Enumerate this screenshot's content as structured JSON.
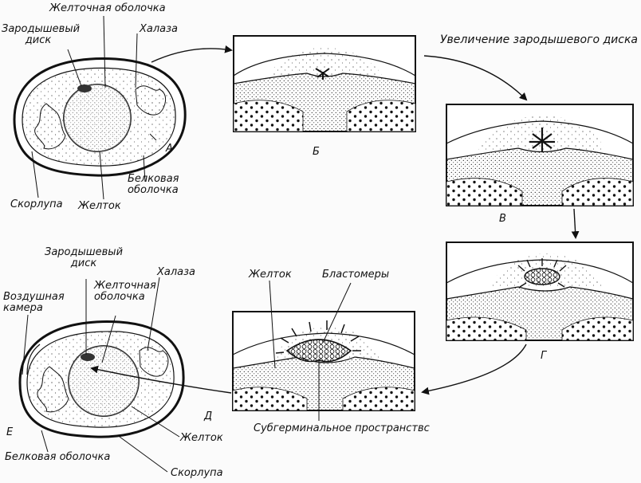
{
  "labels": {
    "a_zheltochnaya": "Желточная оболочка",
    "a_zarod_1": "Зародышевый",
    "a_zarod_2": "диск",
    "a_khalaza": "Халаза",
    "a_letter": "А",
    "a_belkovaya_1": "Белковая",
    "a_belkovaya_2": "оболочка",
    "a_skorlupa": "Скорлупа",
    "a_zheltok": "Желток",
    "b_letter": "Б",
    "uvelichenie": "Увеличение зародышевого диска",
    "v_letter": "В",
    "g_letter": "Г",
    "e_zarod_1": "Зародышевый",
    "e_zarod_2": "диск",
    "e_khalaza": "Халаза",
    "e_vozdushnaya_1": "Воздушная",
    "e_vozdushnaya_2": "камера",
    "e_zheltochnaya_1": "Желточная",
    "e_zheltochnaya_2": "оболочка",
    "d_zheltok": "Желток",
    "d_blastomery": "Бластомеры",
    "e_letter": "Е",
    "d_letter": "Д",
    "subgerminal": "Субгерминальное пространствс",
    "e_zheltok": "Желток",
    "e_belkovaya": "Белковая оболочка",
    "e_skorlupa": "Скорлупа"
  }
}
